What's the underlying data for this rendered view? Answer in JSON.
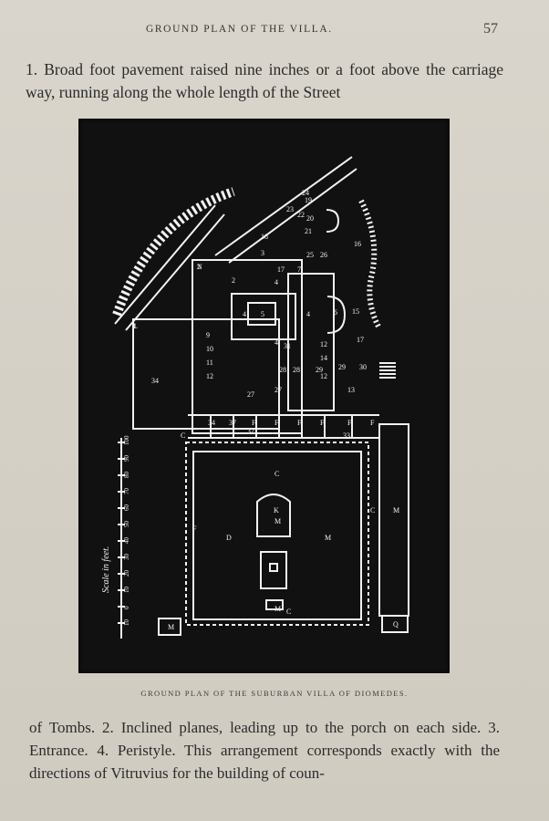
{
  "header": {
    "running_title": "GROUND PLAN OF THE VILLA.",
    "page_number": "57"
  },
  "text": {
    "paragraph_top": "1. Broad foot pavement raised nine inches or a foot above the carriage way, running along the whole length of the Street",
    "paragraph_bottom": "of Tombs.  2. Inclined planes, leading up to the porch on each side.  3. Entrance.  4. Peristyle.  This arrangement corresponds exactly with the directions of Vitruvius for the building of coun-"
  },
  "figure": {
    "caption": "GROUND PLAN OF THE SUBURBAN VILLA OF DIOMEDES.",
    "scale_label": "Scale in feet.",
    "scale_ticks": [
      "100",
      "90",
      "80",
      "70",
      "60",
      "50",
      "40",
      "30",
      "20",
      "10",
      "0",
      "10"
    ],
    "room_labels": [
      "1",
      "2",
      "2",
      "3",
      "4",
      "4",
      "4",
      "4",
      "5",
      "6",
      "7",
      "9",
      "10",
      "11",
      "12",
      "12",
      "12",
      "13",
      "14",
      "15",
      "16",
      "17",
      "17",
      "18",
      "19",
      "20",
      "21",
      "22",
      "23",
      "24",
      "25",
      "26",
      "27",
      "27",
      "28",
      "28",
      "29",
      "29",
      "30",
      "31",
      "32",
      "33",
      "34",
      "34",
      "37",
      "F",
      "F",
      "F",
      "F",
      "F",
      "F",
      "F",
      "C",
      "C",
      "C",
      "C",
      "D",
      "M",
      "M",
      "M",
      "M",
      "M",
      "Q",
      "K",
      "L",
      "N"
    ]
  }
}
